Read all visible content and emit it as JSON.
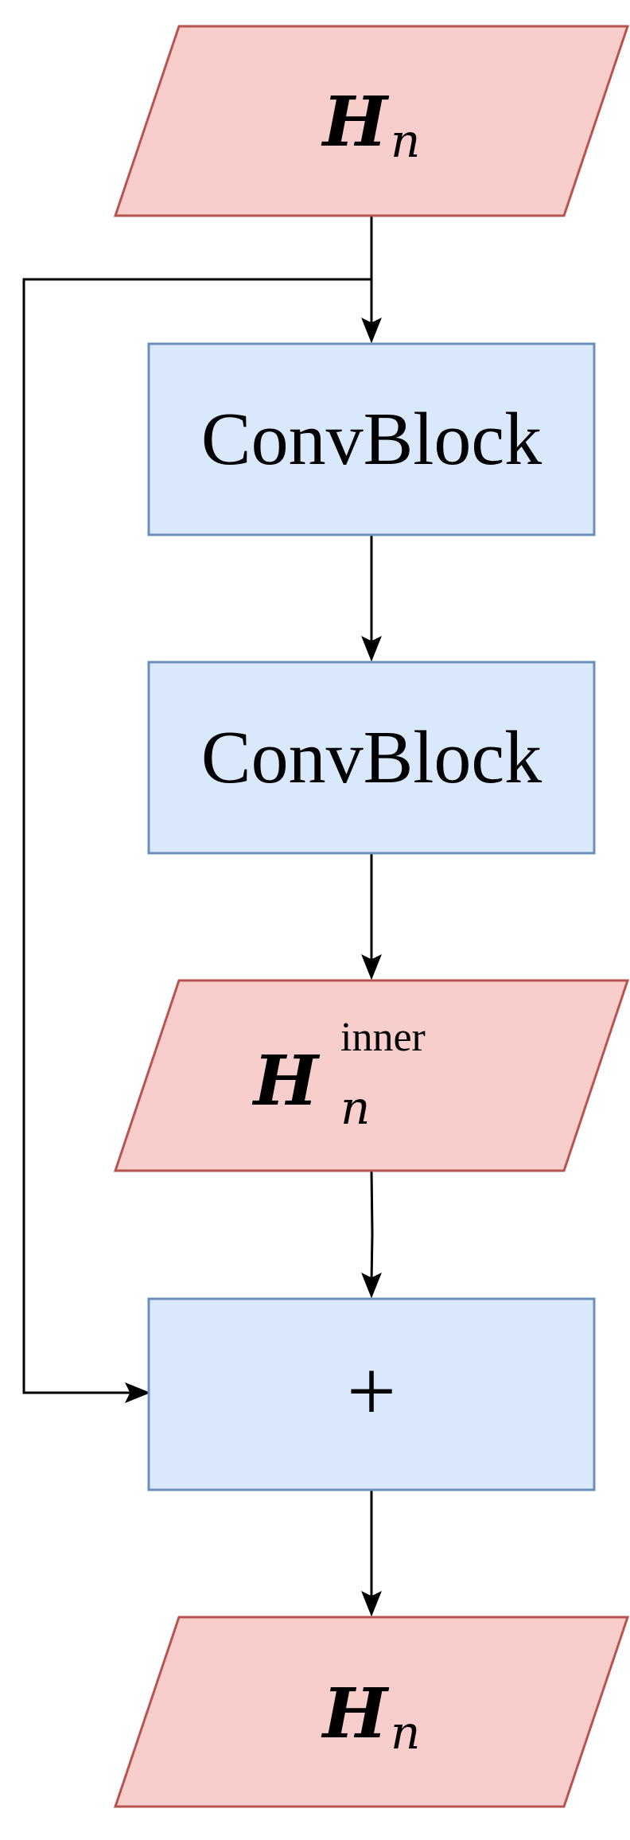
{
  "nodes": {
    "input": {
      "symbol": "H",
      "subscript": "n"
    },
    "conv1": {
      "label": "ConvBlock"
    },
    "conv2": {
      "label": "ConvBlock"
    },
    "inner": {
      "symbol": "H",
      "subscript": "n",
      "superscript": "inner"
    },
    "add": {
      "label": "+"
    },
    "output": {
      "symbol": "H",
      "subscript": "n"
    }
  },
  "colors": {
    "io_fill": "#f8cecc",
    "io_stroke": "#b85450",
    "block_fill": "#dae8fc",
    "block_stroke": "#6c8ebf",
    "edge": "#000000"
  }
}
